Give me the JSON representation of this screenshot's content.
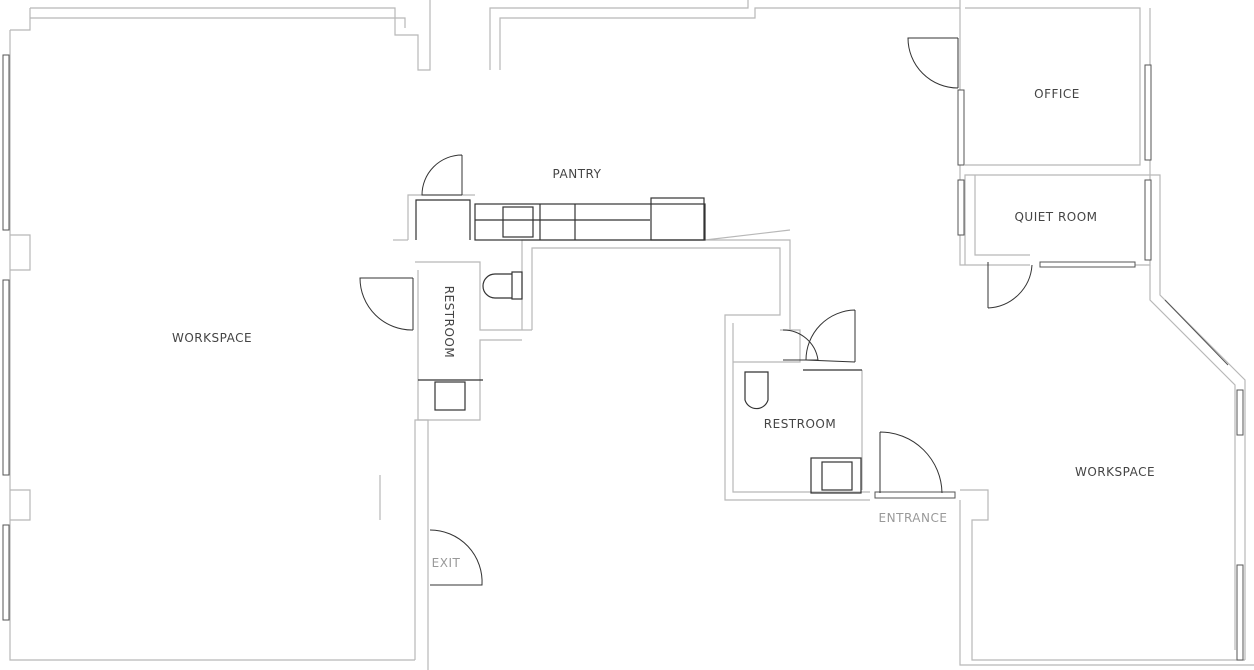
{
  "rooms": {
    "workspace_left": "WORKSPACE",
    "pantry": "PANTRY",
    "office": "OFFICE",
    "quiet_room": "QUIET ROOM",
    "restroom_small": "RESTROOM",
    "restroom": "RESTROOM",
    "workspace_right": "WORKSPACE"
  },
  "openings": {
    "entrance": "ENTRANCE",
    "exit": "EXIT"
  }
}
